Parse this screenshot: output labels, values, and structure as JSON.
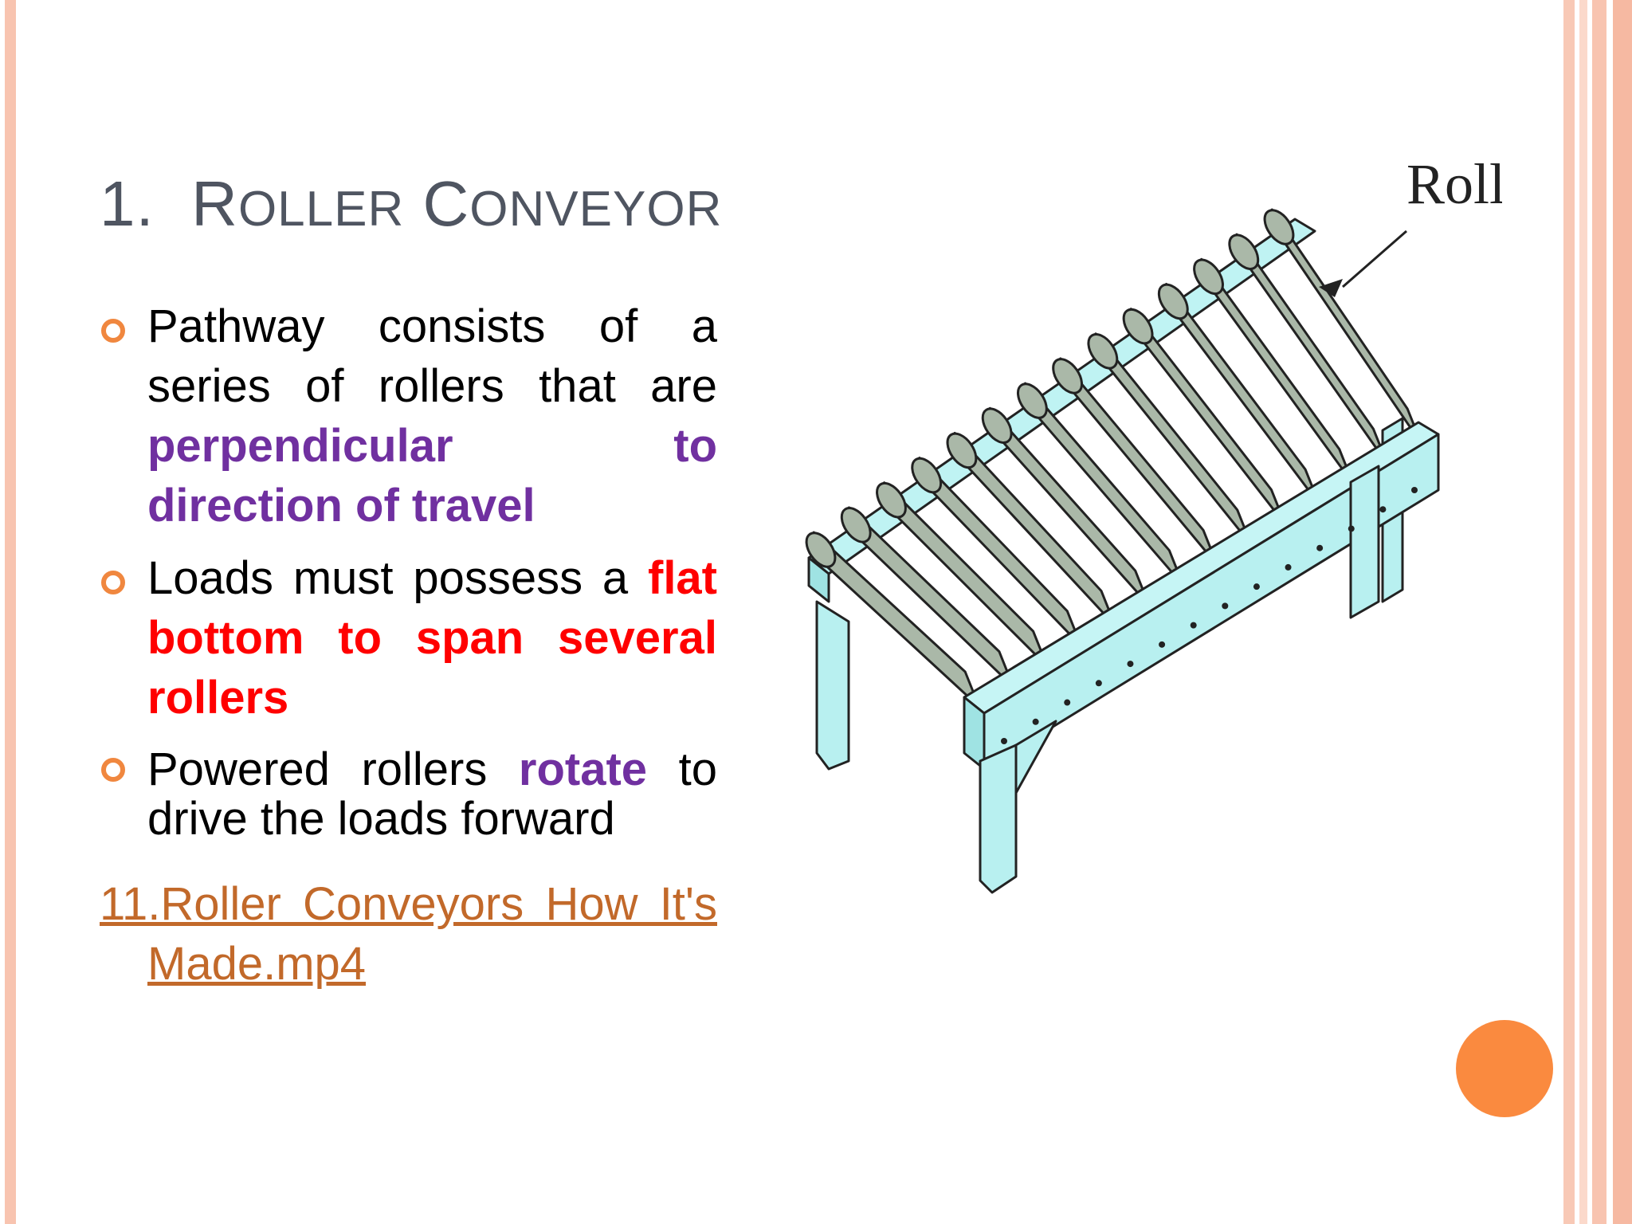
{
  "slide": {
    "title_number": "1.",
    "title_first_initial": "R",
    "title_first_rest": "OLLER",
    "title_second_initial": "C",
    "title_second_rest": "ONVEYOR",
    "bullets": [
      {
        "text_1": "Pathway consists of a series of rollers that are ",
        "highlight": "perpendicular to direction of travel",
        "highlight_color": "#7030a0"
      },
      {
        "text_1": "Loads must possess a ",
        "highlight": "flat bottom to span several rollers",
        "highlight_color": "#ff0000"
      },
      {
        "text_1": "Powered rollers ",
        "highlight": "rotate",
        "text_2": " to drive the loads forward",
        "highlight_color": "#7030a0"
      }
    ],
    "link_text": "11.Roller Conveyors How It's Made.mp4",
    "diagram_label": "Roll"
  },
  "colors": {
    "accent": "#f0873f",
    "title": "#4f5561",
    "link": "#c2692a",
    "frame": "#b8f2f2",
    "roller": "#aab8a8"
  }
}
